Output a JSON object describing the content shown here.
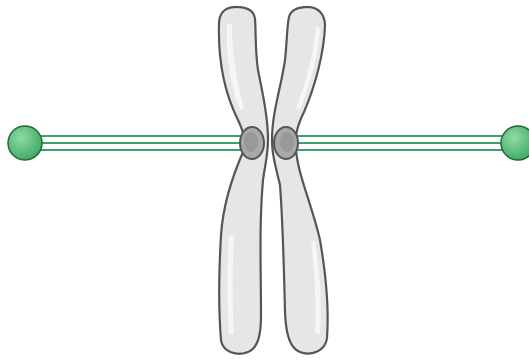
{
  "diagram": {
    "components": [
      "sister-chromatid-left",
      "sister-chromatid-right",
      "kinetochore-left",
      "kinetochore-right",
      "spindle-fiber-left",
      "spindle-fiber-right",
      "spindle-pole-left",
      "spindle-pole-right"
    ]
  },
  "colors": {
    "chromatid_fill": "#e6e6e6",
    "chromatid_highlight": "#f6f6f6",
    "chromatid_stroke": "#555555",
    "kinetochore_fill": "#a9a9a9",
    "kinetochore_stroke": "#555555",
    "spindle_fiber": "#3aa36a",
    "pole_fill": "#3daa5f",
    "pole_highlight": "#8fd9a8",
    "pole_stroke": "#1f6b3b"
  }
}
